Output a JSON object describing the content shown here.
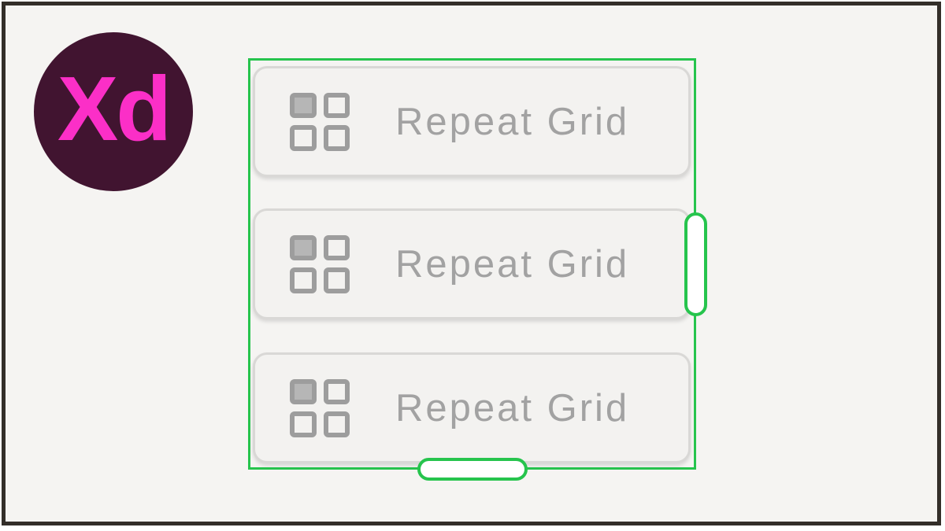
{
  "logo": {
    "text": "Xd",
    "background_color": "#411430",
    "text_color": "#fb2fc7"
  },
  "selection": {
    "accent_color": "#26c44d",
    "handles": [
      "right-middle",
      "bottom-center"
    ]
  },
  "cards": [
    {
      "label": "Repeat Grid",
      "icon": "grid-2x2-icon"
    },
    {
      "label": "Repeat Grid",
      "icon": "grid-2x2-icon"
    },
    {
      "label": "Repeat Grid",
      "icon": "grid-2x2-icon"
    }
  ],
  "colors": {
    "canvas_background": "#f5f4f2",
    "frame_border": "#332e29",
    "card_background": "#f3f2f0",
    "card_border": "#d9d8d6",
    "card_text": "#a2a2a2",
    "icon_gray": "#9d9d9d",
    "icon_fill_gray": "#b6b6b6"
  }
}
